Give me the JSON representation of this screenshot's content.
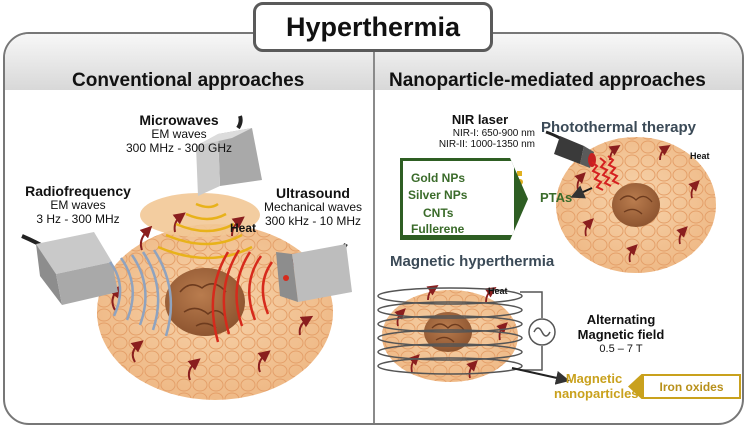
{
  "title": "Hyperthermia",
  "left_panel": {
    "heading": "Conventional approaches",
    "microwaves": {
      "name": "Microwaves",
      "type": "EM waves",
      "range": "300 MHz - 300 GHz"
    },
    "radiofrequency": {
      "name": "Radiofrequency",
      "type": "EM waves",
      "range": "3 Hz - 300 MHz"
    },
    "ultrasound": {
      "name": "Ultrasound",
      "type": "Mechanical waves",
      "range": "300 kHz - 10 MHz"
    },
    "heat_label": "Heat"
  },
  "right_panel": {
    "heading": "Nanoparticle-mediated approaches",
    "nir": {
      "name": "NIR laser",
      "range1": "NIR-I: 650-900 nm",
      "range2": "NIR-II: 1000-1350 nm"
    },
    "photothermal": "Photothermal therapy",
    "heat_label": "Heat",
    "ptas": "PTAs",
    "agents": [
      "Gold NPs",
      "Silver NPs",
      "CNTs",
      "Fullerene"
    ],
    "magnetic": "Magnetic hyperthermia",
    "heat_label2": "Heat",
    "field": {
      "line1": "Alternating",
      "line2": "Magnetic field",
      "range": "0.5 – 7 T"
    },
    "mnp": {
      "line1": "Magnetic",
      "line2": "nanoparticles"
    },
    "iron": "Iron oxides"
  },
  "colors": {
    "frame": "#777777",
    "tissue": "#f3c79a",
    "tumor": "#a86a3e",
    "agent_green": "#2e5e23",
    "iron_gold": "#c9a11d",
    "laser_red": "#d52020",
    "rf_wave": "#8fa3bf",
    "mw_wave": "#e8b21a",
    "us_wave": "#d62a1c"
  }
}
